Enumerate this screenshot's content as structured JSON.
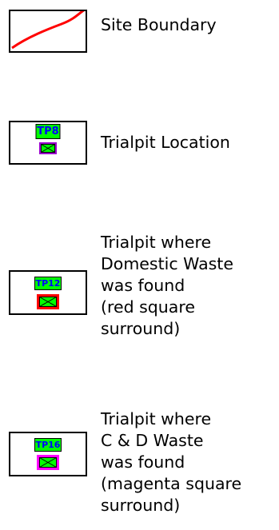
{
  "legend": {
    "items": [
      {
        "id": "site-boundary",
        "label": "Site Boundary",
        "line_color": "#ff0000"
      },
      {
        "id": "trialpit-location",
        "tag": "TP8",
        "label": "Trialpit Location",
        "surround_color": "#9900cc"
      },
      {
        "id": "trialpit-domestic",
        "tag": "TP12",
        "label": "Trialpit where\nDomestic Waste\nwas found\n(red square\nsurround)",
        "surround_color": "#ff0000"
      },
      {
        "id": "trialpit-cd",
        "tag": "TP16",
        "label": "Trialpit where\nC & D Waste\nwas found\n(magenta square\nsurround)",
        "surround_color": "#ff00ff"
      }
    ],
    "marker_fill": "#00ff00",
    "tag_text_color": "#0000ff"
  }
}
